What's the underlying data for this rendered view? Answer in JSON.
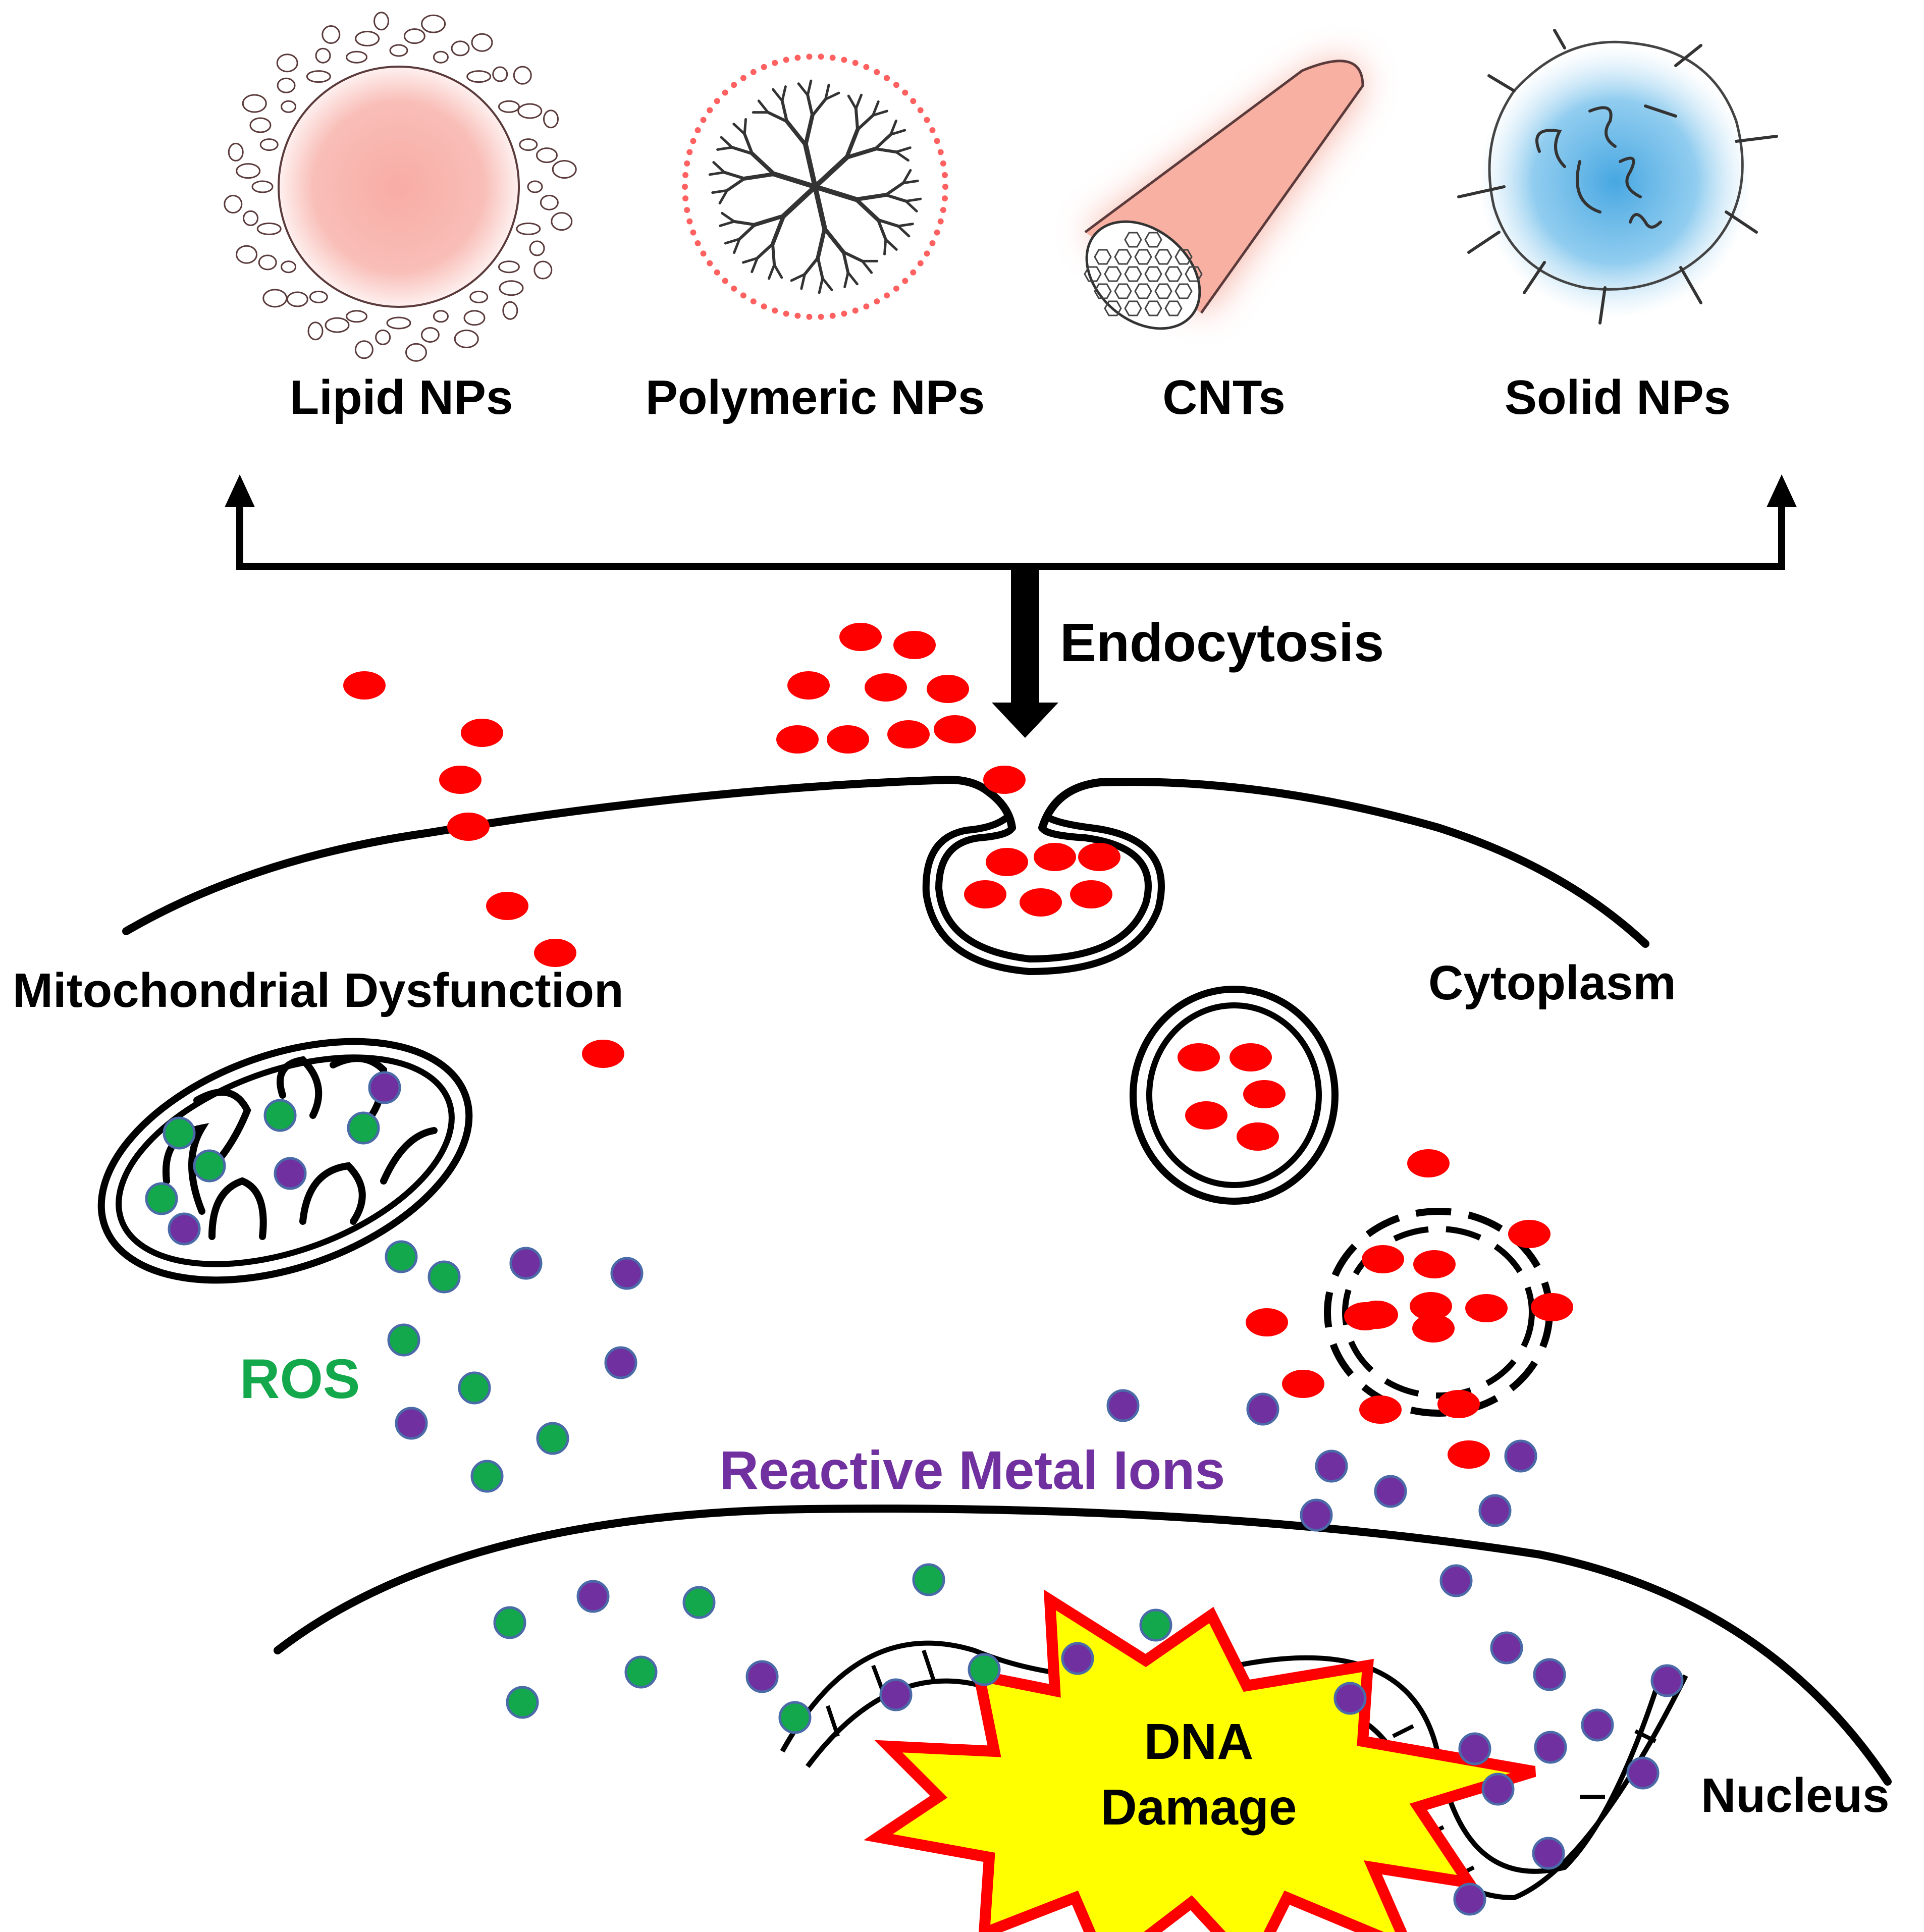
{
  "labels": {
    "lipid": "Lipid NPs",
    "polymeric": "Polymeric NPs",
    "cnts": "CNTs",
    "solid": "Solid NPs",
    "endocytosis": "Endocytosis",
    "mito": "Mitochondrial Dysfunction",
    "cytoplasm": "Cytoplasm",
    "ros": "ROS",
    "ions": "Reactive Metal Ions",
    "dna_line1": "DNA",
    "dna_line2": "Damage",
    "nucleus": "Nucleus"
  },
  "colors": {
    "nanoparticle": "#ff0000",
    "ros": "#12a84b",
    "metal_ion": "#7030a0",
    "ros_text": "#12a84b",
    "ion_text": "#7030a0",
    "burst_fill": "#ffff00",
    "burst_stroke": "#ff0000",
    "lipid_core": "#f7a8a0",
    "cnt_tube": "#f4a090",
    "solid_core": "#4aa8e0",
    "ink": "#000000"
  },
  "icons": {
    "lipid": "lipid-nanoparticle-icon",
    "polymeric": "dendrimer-nanoparticle-icon",
    "cnts": "carbon-nanotube-icon",
    "solid": "solid-nanoparticle-icon",
    "mitochondrion": "mitochondrion-icon",
    "dna": "dna-double-helix-icon",
    "burst": "damage-burst-icon"
  }
}
